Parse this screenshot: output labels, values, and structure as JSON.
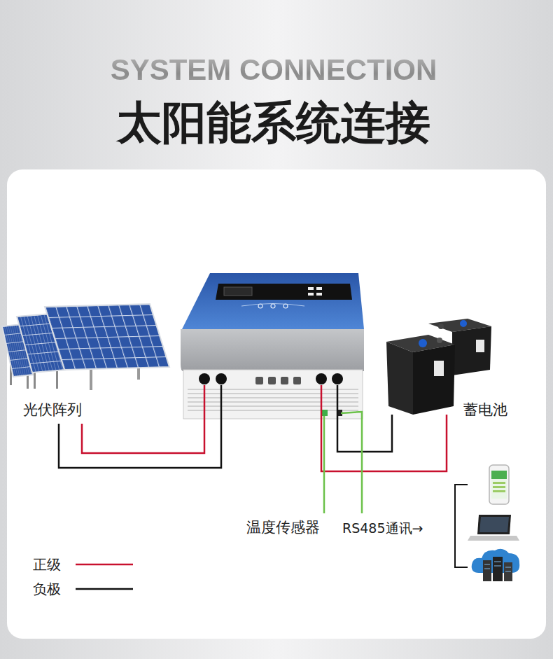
{
  "diagram": {
    "title": "太阳能系统连接",
    "labels": [
      "SYSTEM CONNECTION",
      "光伏阵列",
      "蓄电池",
      "温度传感器",
      "RS485通讯→"
    ],
    "legend": [
      {
        "text": "正级"
      },
      {
        "text": "负极"
      }
    ]
  }
}
